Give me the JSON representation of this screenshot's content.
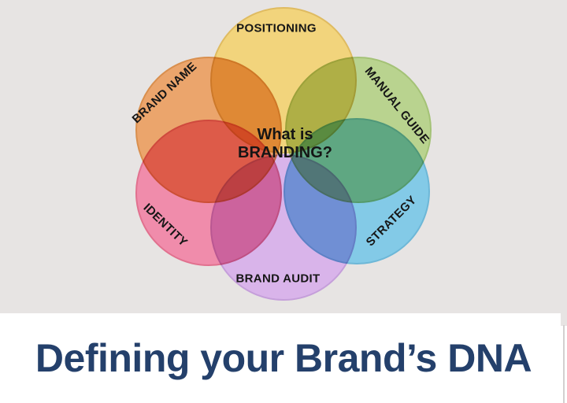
{
  "background": {
    "canvas_color": "#e7e4e3",
    "band_color": "#ffffff"
  },
  "diagram": {
    "center": {
      "line1": "What is",
      "line2": "BRANDING?"
    },
    "circles": [
      {
        "id": "positioning",
        "label": "POSITIONING",
        "fill": "#f2d47c",
        "border": "#dfbb61"
      },
      {
        "id": "manual-guide",
        "label": "MANUAL GUIDE",
        "fill": "#b9d38f",
        "border": "#a4c276"
      },
      {
        "id": "strategy",
        "label": "STRATEGY",
        "fill": "#83cae7",
        "border": "#6db7d7"
      },
      {
        "id": "brand-audit",
        "label": "BRAND AUDIT",
        "fill": "#d9b4ea",
        "border": "#c59fda"
      },
      {
        "id": "identity",
        "label": "IDENTITY",
        "fill": "#f08cab",
        "border": "#e1718f"
      },
      {
        "id": "brand-name",
        "label": "BRAND NAME",
        "fill": "#eba56c",
        "border": "#d98f4e"
      }
    ]
  },
  "footer": {
    "title": "Defining your Brand’s DNA",
    "color": "#24406b"
  }
}
